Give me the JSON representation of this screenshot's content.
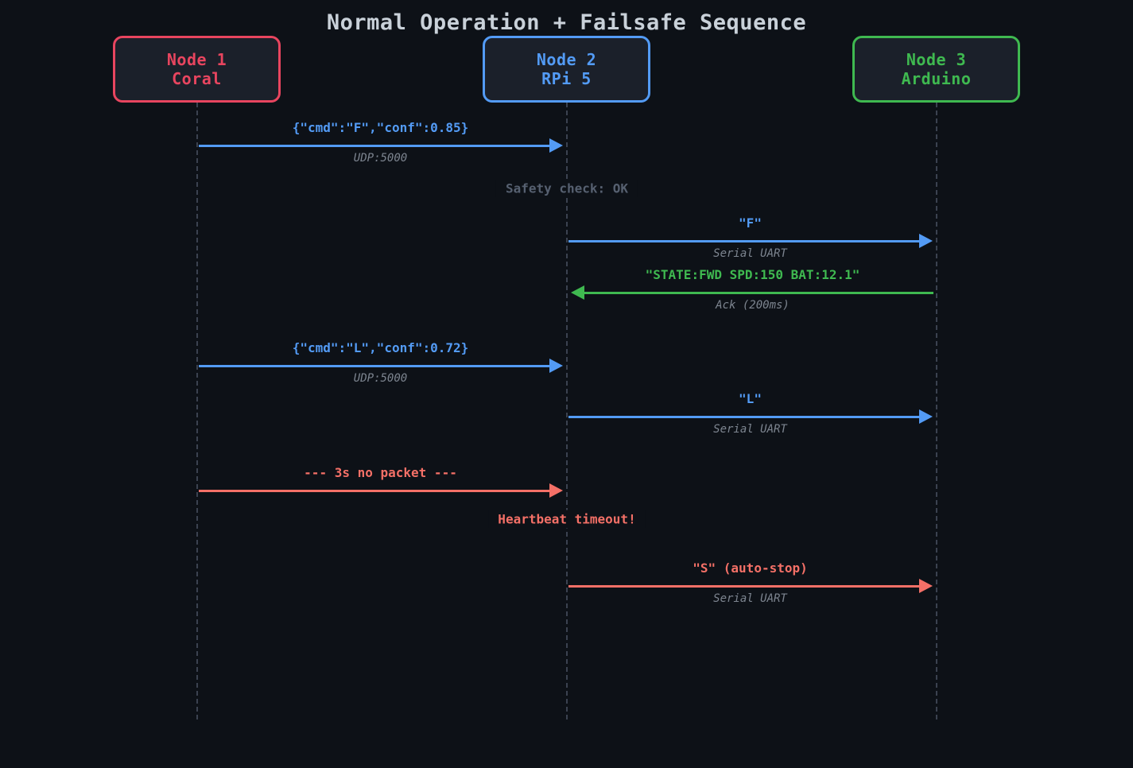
{
  "title": "Normal Operation + Failsafe Sequence",
  "colors": {
    "background": "#0d1117",
    "node_fill": "#1b202a",
    "red": "#e8455f",
    "blue": "#539bf5",
    "green": "#3fb950",
    "salmon": "#f47067",
    "sublabel_gray": "#7d8590",
    "note_gray": "#566070",
    "title_text": "#c9d1d9",
    "lifeline": "#3b4250"
  },
  "nodes": [
    {
      "name": "Node 1",
      "device": "Coral"
    },
    {
      "name": "Node 2",
      "device": "RPi 5"
    },
    {
      "name": "Node 3",
      "device": "Arduino"
    }
  ],
  "messages": [
    {
      "label": "{\"cmd\":\"F\",\"conf\":0.85}",
      "sublabel": "UDP:5000"
    },
    {
      "label": "\"F\"",
      "sublabel": "Serial UART"
    },
    {
      "label": "\"STATE:FWD SPD:150 BAT:12.1\"",
      "sublabel": "Ack (200ms)"
    },
    {
      "label": "{\"cmd\":\"L\",\"conf\":0.72}",
      "sublabel": "UDP:5000"
    },
    {
      "label": "\"L\"",
      "sublabel": "Serial UART"
    },
    {
      "label": "--- 3s no packet ---",
      "sublabel": ""
    },
    {
      "label": "\"S\" (auto-stop)",
      "sublabel": "Serial UART"
    }
  ],
  "notes": [
    {
      "text": "Safety check: OK"
    },
    {
      "text": "Heartbeat timeout!"
    }
  ]
}
